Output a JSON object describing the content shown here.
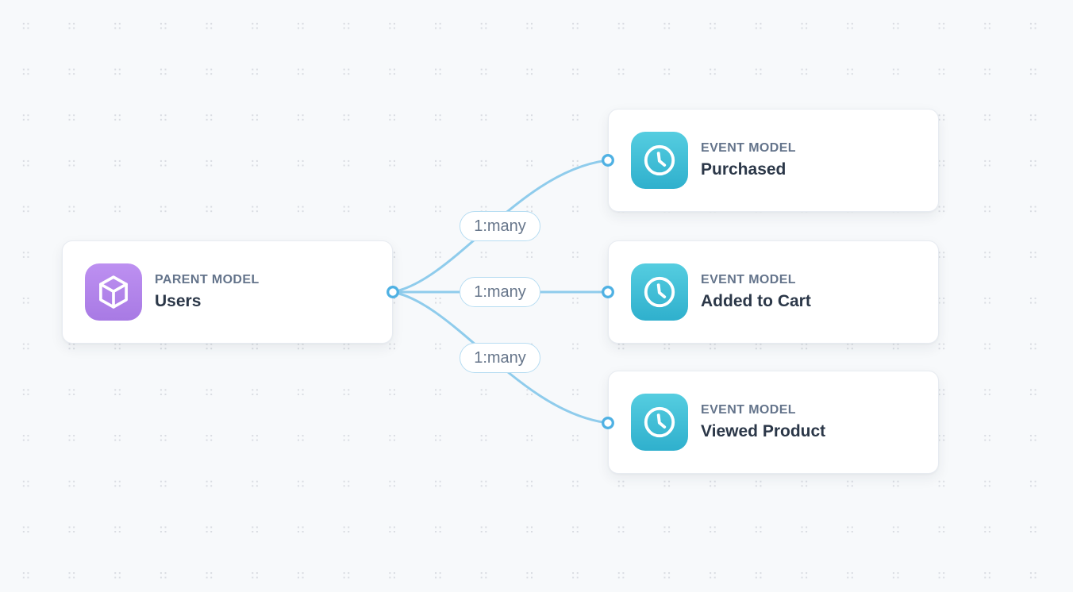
{
  "canvas": {
    "background_color": "#f7f9fb",
    "dot_pattern_color": "#d9dce2"
  },
  "nodes": {
    "parent": {
      "type_label": "PARENT MODEL",
      "title": "Users",
      "icon": "cube-icon",
      "icon_color_top": "#bd90f1",
      "icon_color_bottom": "#a87ae4"
    },
    "events": [
      {
        "type_label": "EVENT MODEL",
        "title": "Purchased",
        "icon": "clock-icon"
      },
      {
        "type_label": "EVENT MODEL",
        "title": "Added to Cart",
        "icon": "clock-icon"
      },
      {
        "type_label": "EVENT MODEL",
        "title": "Viewed Product",
        "icon": "clock-icon"
      }
    ],
    "event_icon_color_top": "#55cde0",
    "event_icon_color_bottom": "#2fb0cd"
  },
  "edges": [
    {
      "label": "1:many"
    },
    {
      "label": "1:many"
    },
    {
      "label": "1:many"
    }
  ],
  "colors": {
    "edge_line": "#8fccec",
    "handle_ring": "#4fb1e3",
    "pill_border": "#b7ddf2",
    "type_label_text": "#64748b",
    "title_text": "#2b3748"
  }
}
